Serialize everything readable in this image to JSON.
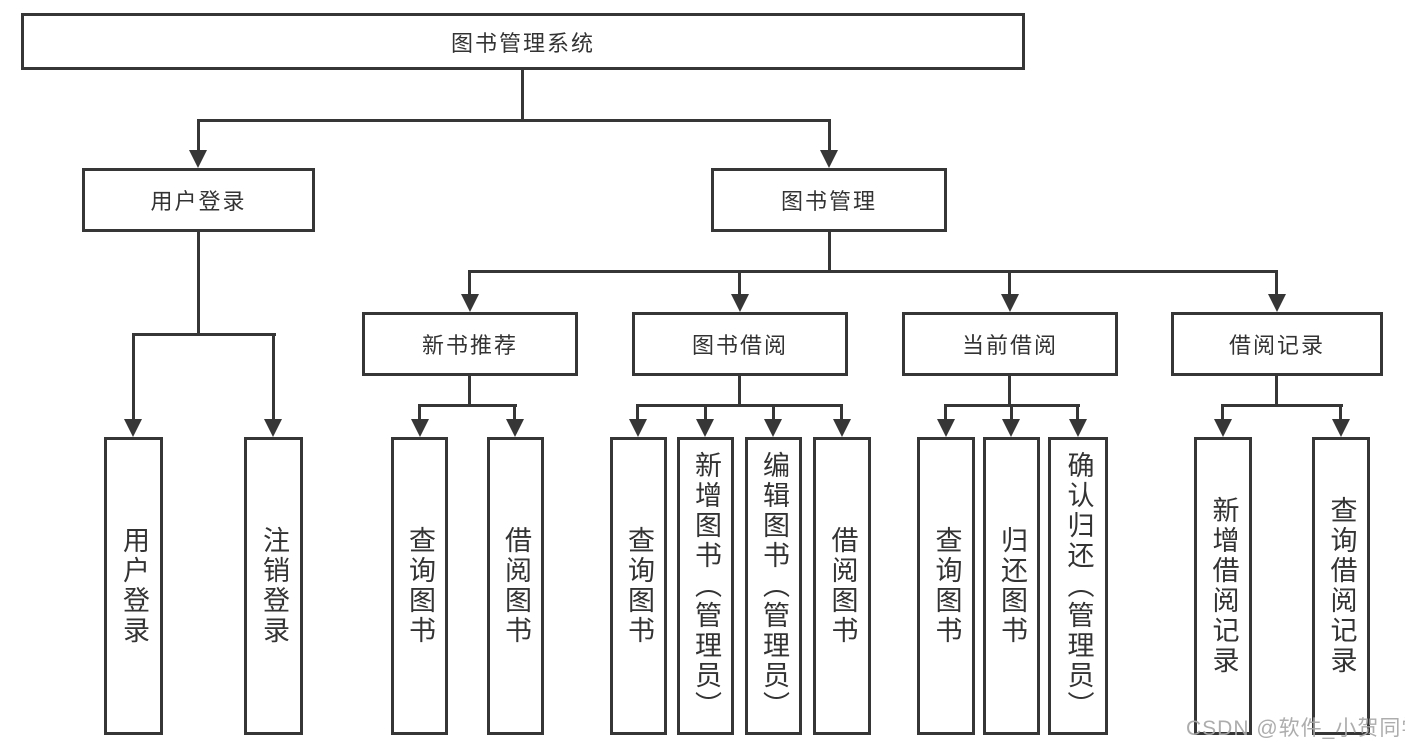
{
  "diagram": {
    "type": "hierarchy-tree",
    "nodes": {
      "root": {
        "label": "图书管理系统"
      },
      "user_login": {
        "label": "用户登录"
      },
      "book_mgmt": {
        "label": "图书管理"
      },
      "new_book_rec": {
        "label": "新书推荐"
      },
      "book_borrow": {
        "label": "图书借阅"
      },
      "current_borrow": {
        "label": "当前借阅"
      },
      "borrow_records": {
        "label": "借阅记录"
      },
      "leaf_user_login": {
        "label": "用户登录"
      },
      "leaf_user_logout": {
        "label": "注销登录"
      },
      "leaf_nbr_query_books": {
        "label": "查询图书"
      },
      "leaf_nbr_borrow_books": {
        "label": "借阅图书"
      },
      "leaf_bb_query_books": {
        "label": "查询图书"
      },
      "leaf_bb_add_books": {
        "label": "新增图书（管理员）"
      },
      "leaf_bb_edit_books": {
        "label": "编辑图书（管理员）"
      },
      "leaf_bb_borrow_books": {
        "label": "借阅图书"
      },
      "leaf_cb_query_books": {
        "label": "查询图书"
      },
      "leaf_cb_return_books": {
        "label": "归还图书"
      },
      "leaf_cb_confirm_return": {
        "label": "确认归还（管理员）"
      },
      "leaf_br_add_record": {
        "label": "新增借阅记录"
      },
      "leaf_br_query_record": {
        "label": "查询借阅记录"
      }
    },
    "edges": [
      [
        "root",
        "user_login"
      ],
      [
        "root",
        "book_mgmt"
      ],
      [
        "user_login",
        "leaf_user_login"
      ],
      [
        "user_login",
        "leaf_user_logout"
      ],
      [
        "book_mgmt",
        "new_book_rec"
      ],
      [
        "book_mgmt",
        "book_borrow"
      ],
      [
        "book_mgmt",
        "current_borrow"
      ],
      [
        "book_mgmt",
        "borrow_records"
      ],
      [
        "new_book_rec",
        "leaf_nbr_query_books"
      ],
      [
        "new_book_rec",
        "leaf_nbr_borrow_books"
      ],
      [
        "book_borrow",
        "leaf_bb_query_books"
      ],
      [
        "book_borrow",
        "leaf_bb_add_books"
      ],
      [
        "book_borrow",
        "leaf_bb_edit_books"
      ],
      [
        "book_borrow",
        "leaf_bb_borrow_books"
      ],
      [
        "current_borrow",
        "leaf_cb_query_books"
      ],
      [
        "current_borrow",
        "leaf_cb_return_books"
      ],
      [
        "current_borrow",
        "leaf_cb_confirm_return"
      ],
      [
        "borrow_records",
        "leaf_br_add_record"
      ],
      [
        "borrow_records",
        "leaf_br_query_record"
      ]
    ]
  },
  "watermark": "CSDN @软件_小贺同学",
  "colors": {
    "line": "#363636",
    "text": "#333333",
    "watermark": "#a9a9a9",
    "background": "#ffffff"
  }
}
